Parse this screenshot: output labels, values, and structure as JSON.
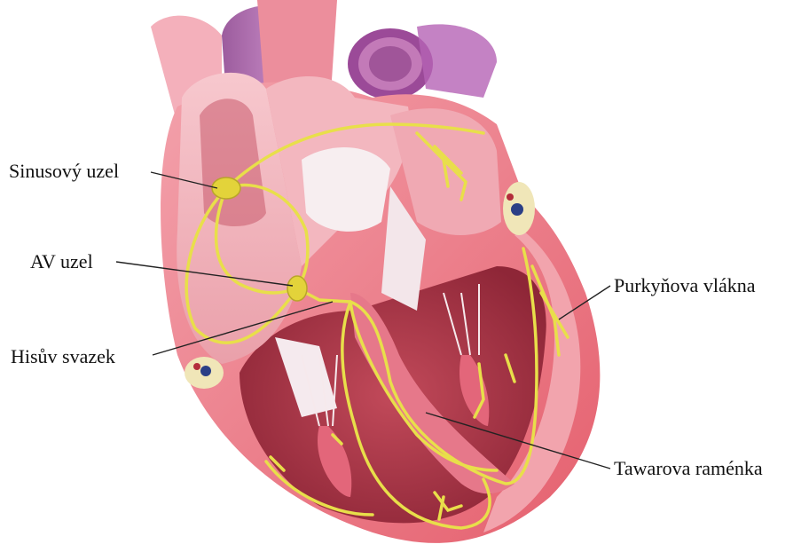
{
  "labels": {
    "sinoatrial_node": "Sinusový uzel",
    "av_node": "AV uzel",
    "bundle_of_his": "Hisův svazek",
    "purkinje_fibers": "Purkyňova vlákna",
    "bundle_branches": "Tawarova raménka"
  },
  "colors": {
    "myocardium": "#e8707c",
    "myocardium_light": "#f4a7ae",
    "chamber_inner": "#b4404f",
    "atrium_wall": "#f2b4bc",
    "vessel_purple": "#a85aa8",
    "conduction_yellow": "#e8e04a",
    "node_yellow": "#e4d23c",
    "valve_white": "#f6eef0",
    "fat_cream": "#f0e6b8",
    "leader_line": "#222222"
  }
}
